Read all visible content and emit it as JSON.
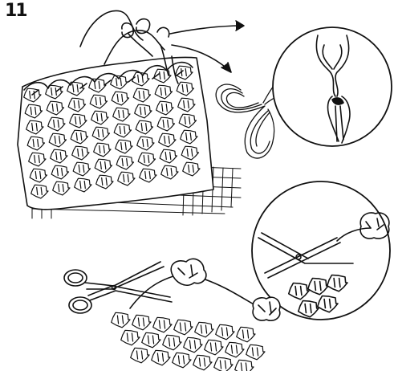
{
  "step": {
    "number": "11"
  },
  "colors": {
    "ink": "#111111",
    "paper": "#ffffff"
  },
  "illustration": {
    "panels": [
      {
        "name": "knitted-swatch-with-yarn-ends"
      },
      {
        "name": "detail-circle-tied-knot"
      },
      {
        "name": "coiled-yarn-bundle"
      },
      {
        "name": "detail-circle-scissors-trim"
      },
      {
        "name": "scissors-cutting-pompom-yarn"
      }
    ]
  }
}
